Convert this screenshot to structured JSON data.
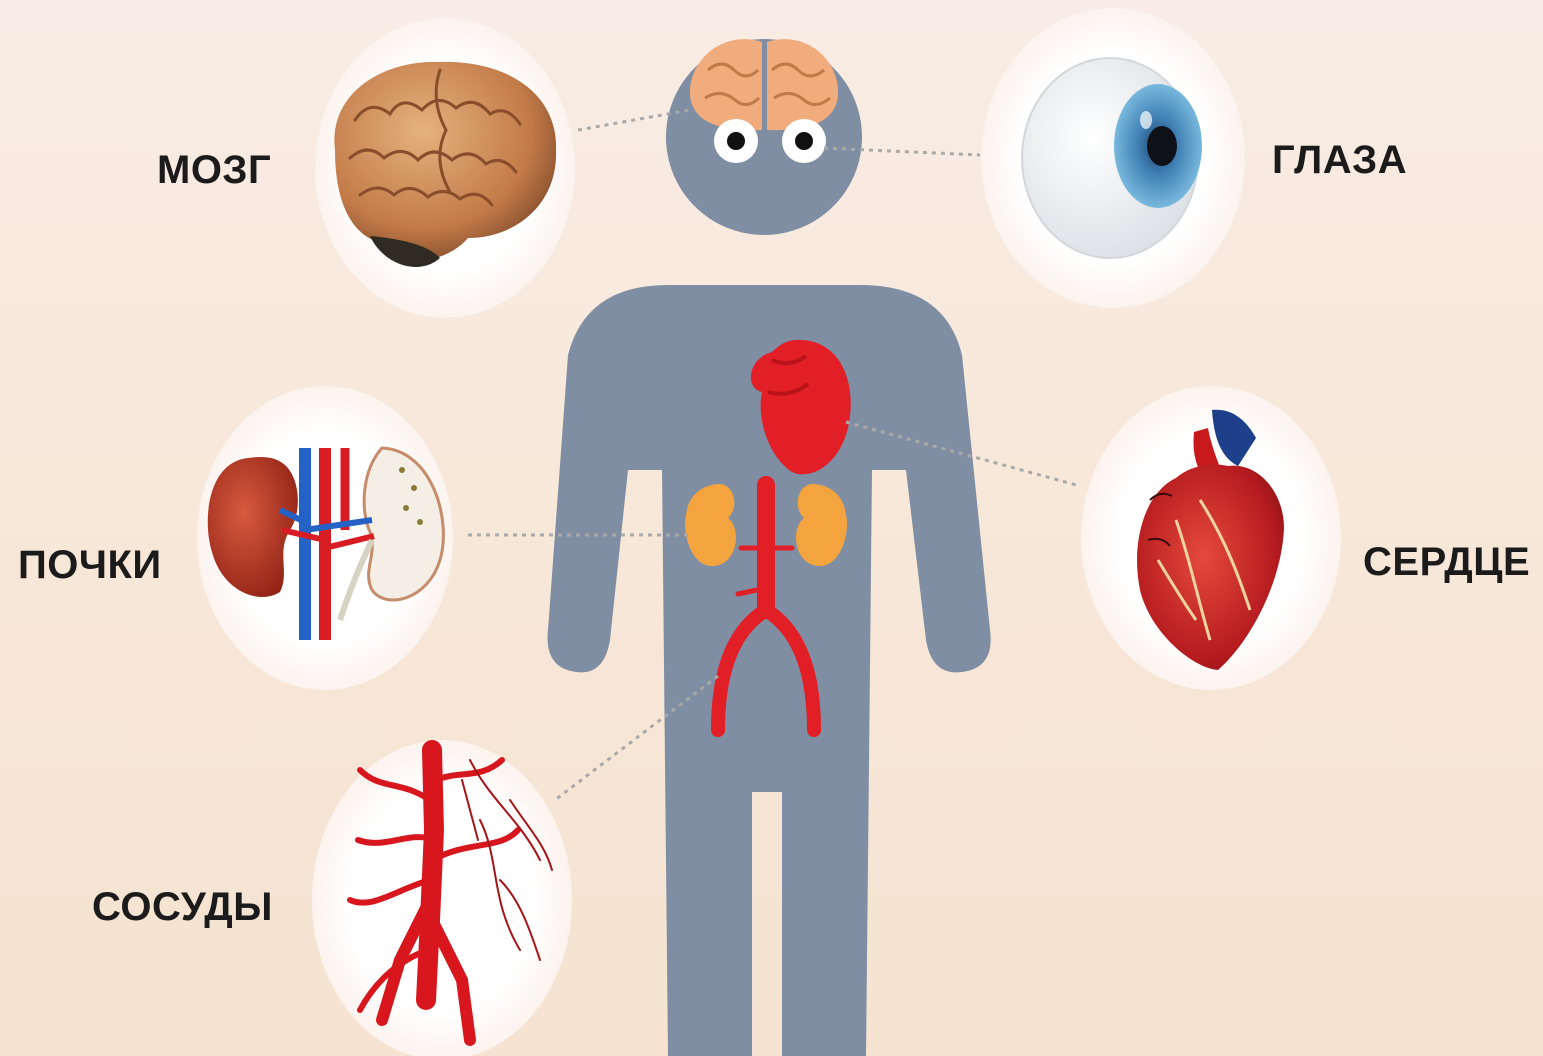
{
  "labels": {
    "brain": "МОЗГ",
    "eyes": "ГЛАЗА",
    "kidneys": "ПОЧКИ",
    "heart": "СЕРДЦЕ",
    "vessels": "СОСУДЫ"
  },
  "colors": {
    "background": "#f7e8da",
    "body": "#7f8ea3",
    "organ_red": "#e21f26",
    "kidney_orange": "#f4a43f",
    "brain_pink": "#f0ac7d",
    "connector": "#a7a7a7",
    "label_text": "#1b1b1b"
  }
}
